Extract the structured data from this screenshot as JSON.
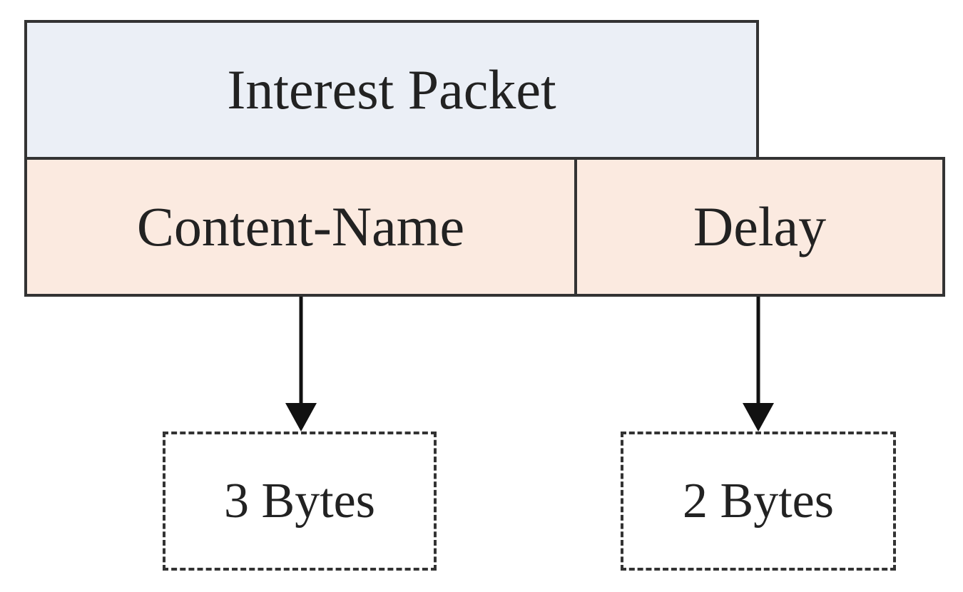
{
  "packet": {
    "title": "Interest Packet",
    "fields": [
      {
        "label": "Content-Name",
        "size": "3 Bytes"
      },
      {
        "label": "Delay",
        "size": "2 Bytes"
      }
    ]
  },
  "colors": {
    "header_fill": "#ebeff6",
    "field_fill": "#fbeae0",
    "stroke": "#333333",
    "text": "#222222"
  }
}
